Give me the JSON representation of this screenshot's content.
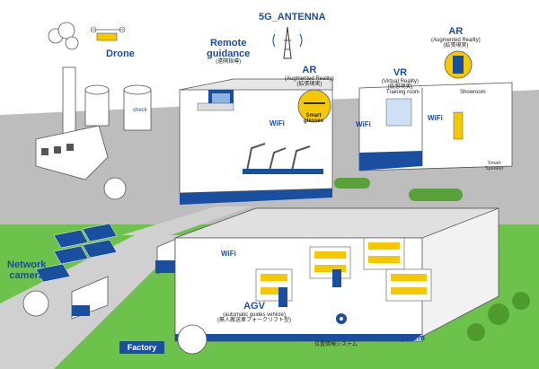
{
  "labels": {
    "drone": "Drone",
    "antenna": "5G_ANTENNA",
    "remote_guidance": {
      "title": "Remote\nguidance",
      "sub": "(遠隔指導)"
    },
    "ar_main": {
      "title": "AR",
      "sub": "(Augmented Reality)",
      "jp": "(拡張現実)"
    },
    "ar_right": {
      "title": "AR",
      "sub": "(Augmented Reality)",
      "jp": "(拡張現実)"
    },
    "vr": {
      "title": "VR",
      "sub": "(Virtual Reality)",
      "jp": "(仮想現実)"
    },
    "smart_glasses": "Smart\nglasses",
    "training_room": "Training room",
    "showroom": "Showroom",
    "smart_speaker": "Smart\nSpeaker",
    "check": "check",
    "network_camera": "Network\ncamera",
    "agv": {
      "title": "AGV",
      "sub": "(automatic guides vehicle)",
      "jp": "(無人搬送車フォークリフト型)"
    },
    "location": {
      "title": "Location information system",
      "jp": "位置情報システム"
    },
    "factory": "Factory",
    "wifi": "WiFi"
  },
  "colors": {
    "blue": "#1a4fa0",
    "green": "#6cc24a",
    "gray": "#b9b9b9",
    "yellow": "#f5c800"
  }
}
